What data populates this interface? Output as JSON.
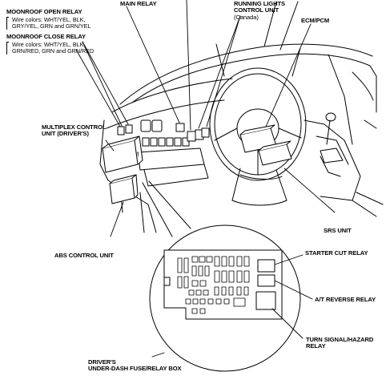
{
  "labels": {
    "moonroof_open": "MOONROOF OPEN RELAY",
    "moonroof_open_wires_1": "Wire colors: WHT/YEL, BLK,",
    "moonroof_open_wires_2": "GRY/YEL, GRN and GRN/YEL",
    "moonroof_close": "MOONROOF CLOSE RELAY",
    "moonroof_close_wires_1": "Wire colors: WHT/YEL, BLK,",
    "moonroof_close_wires_2": "GRN/RED, GRN and GRN/RED",
    "main_relay": "MAIN RELAY",
    "running_lights_1": "RUNNING LIGHTS",
    "running_lights_2": "CONTROL UNIT",
    "running_lights_3": "(Canada)",
    "ecm_pcm": "ECM/PCM",
    "multiplex_1": "MULTIPLEX CONTROL",
    "multiplex_2": "UNIT (DRIVER'S)",
    "srs_unit": "SRS UNIT",
    "abs_control": "ABS CONTROL UNIT",
    "starter_cut": "STARTER CUT RELAY",
    "at_reverse": "A/T REVERSE RELAY",
    "turn_signal_1": "TURN SIGNAL/HAZARD",
    "turn_signal_2": "RELAY",
    "fuse_box_1": "DRIVER'S",
    "fuse_box_2": "UNDER-DASH FUSE/RELAY BOX"
  }
}
